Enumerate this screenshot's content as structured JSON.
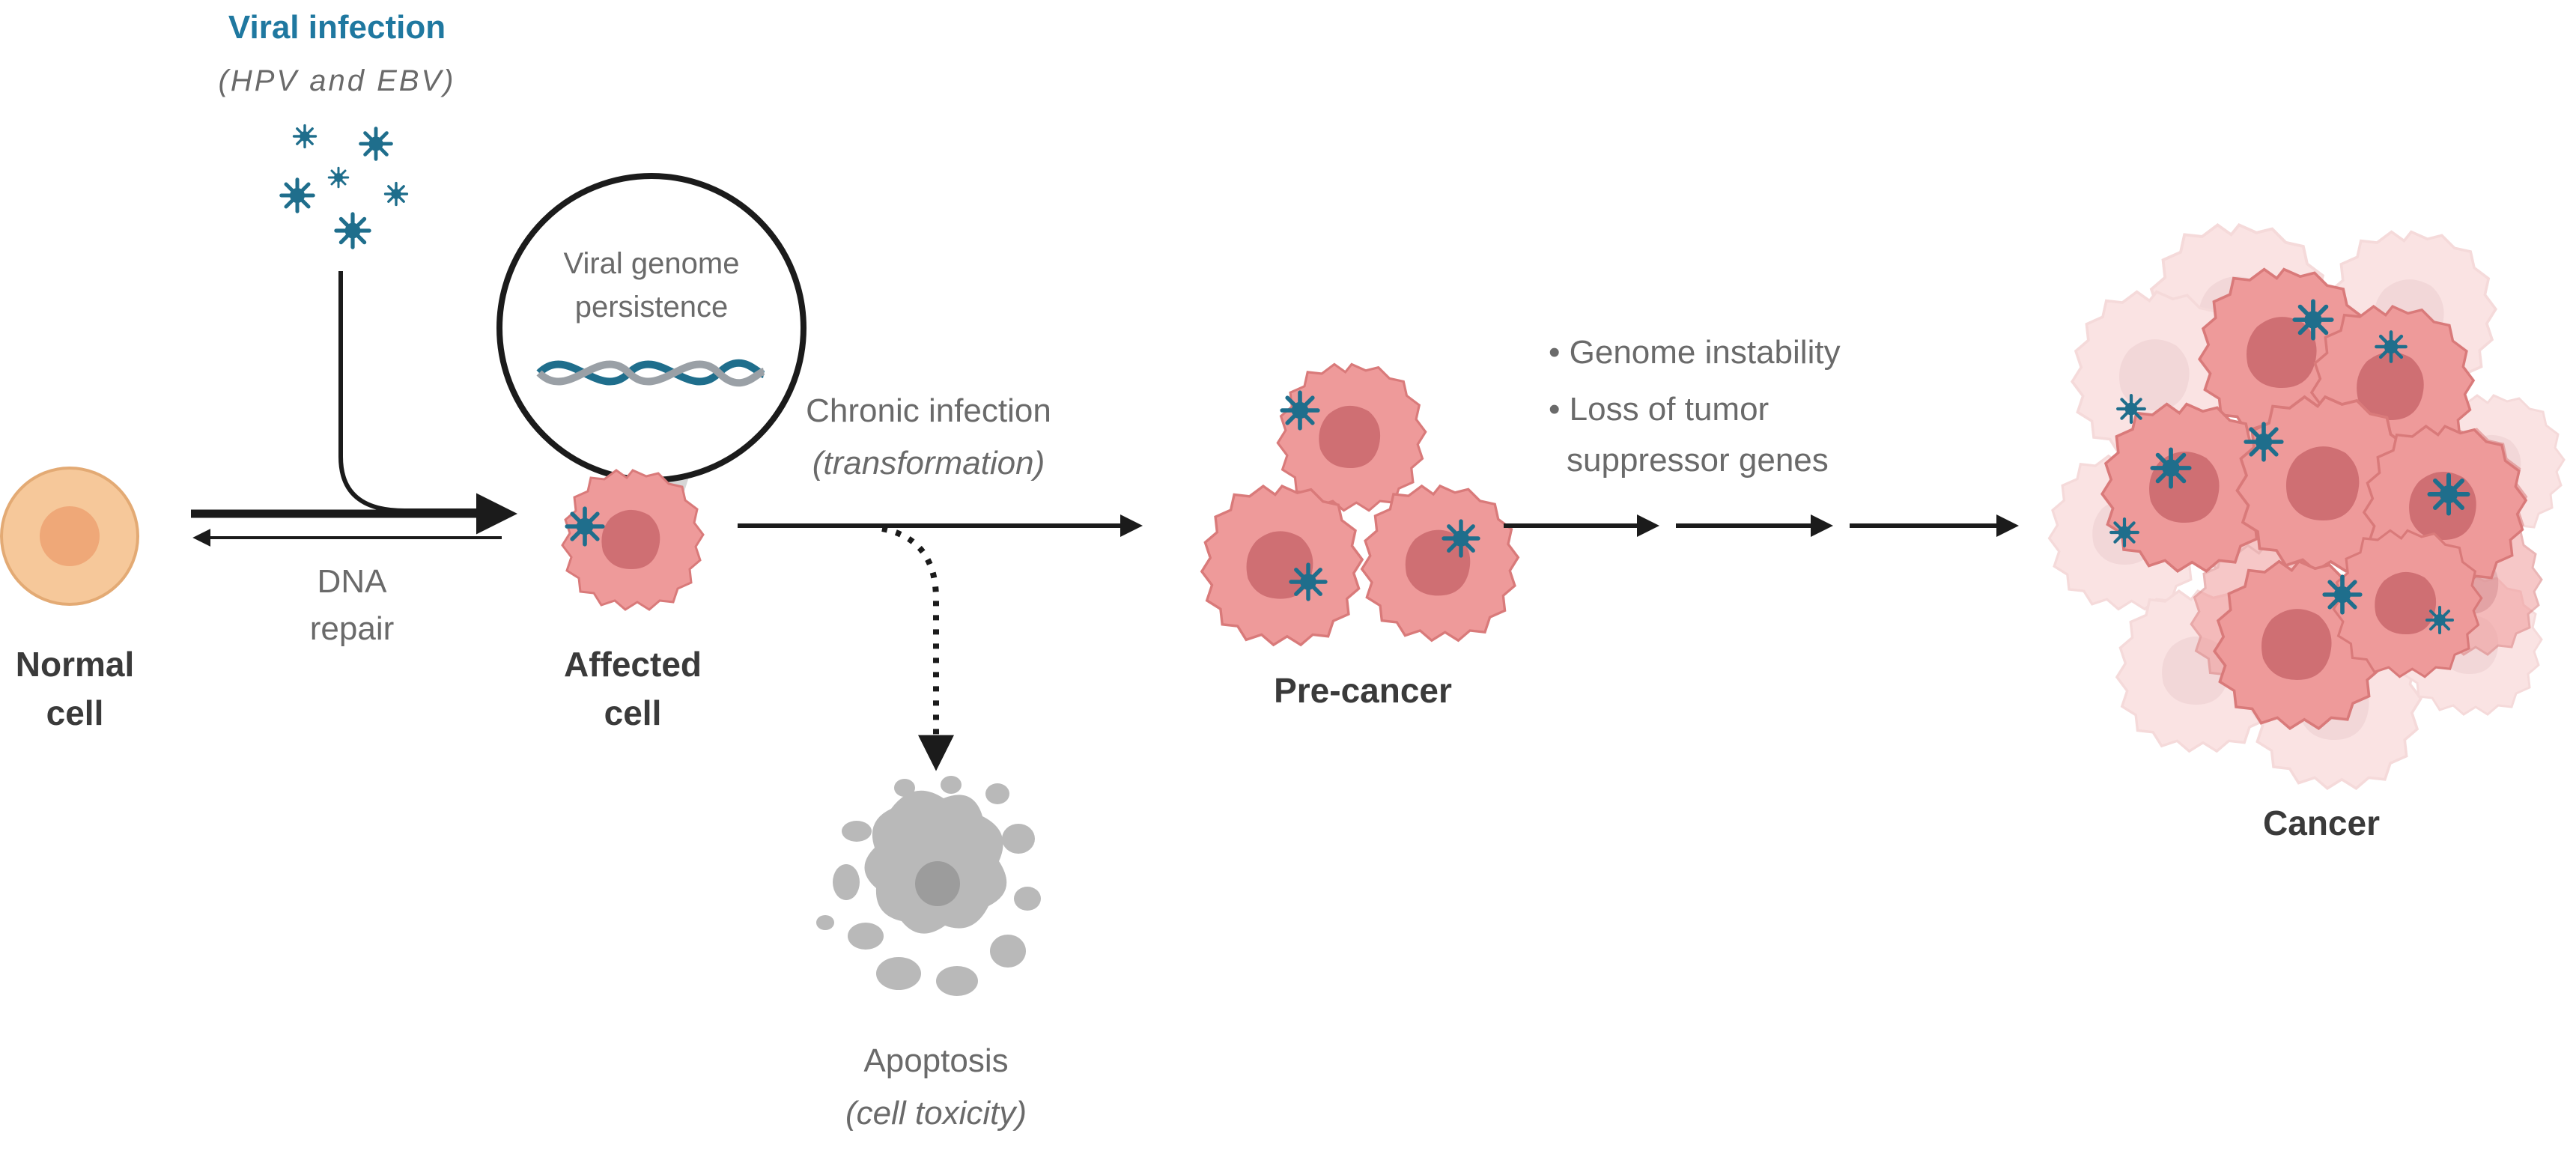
{
  "viral": {
    "title": "Viral infection",
    "subtitle": "(HPV and  EBV)"
  },
  "zoom": {
    "line1": "Viral genome",
    "line2": "persistence"
  },
  "dna_repair": {
    "line1": "DNA",
    "line2": "repair"
  },
  "chronic": {
    "line1": "Chronic infection",
    "line2": "(transformation)"
  },
  "bullets": {
    "b1": "• Genome instability",
    "b2": "• Loss of tumor",
    "b3": "suppressor genes"
  },
  "stages": {
    "normal": {
      "line1": "Normal",
      "line2": "cell"
    },
    "affected": {
      "line1": "Affected",
      "line2": "cell"
    },
    "precancer": "Pre-cancer",
    "cancer": "Cancer"
  },
  "apoptosis": {
    "line1": "Apoptosis",
    "line2": "(cell toxicity)"
  },
  "colors": {
    "virus": "#1f6e8c",
    "cell": "#ee9a9a",
    "cell_edge": "#d97a7a",
    "nucleus": "#cf6f73",
    "normal_cell": "#f6c89a",
    "apoptotic": "#b9b9b9",
    "arrow": "#1b1b1b"
  }
}
